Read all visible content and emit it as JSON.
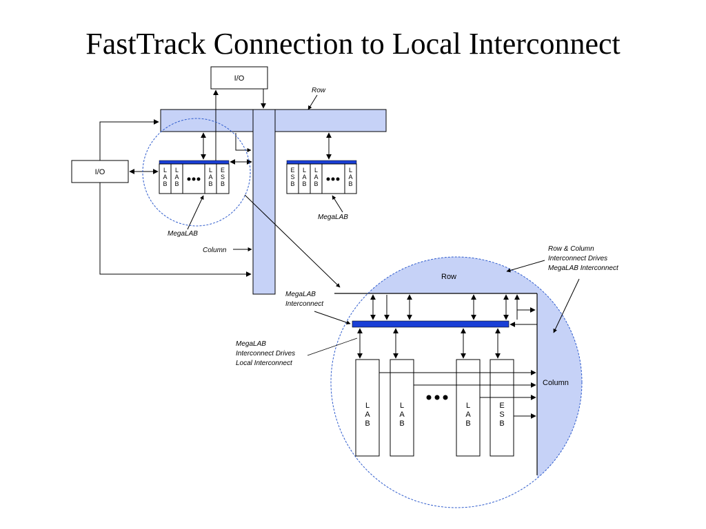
{
  "title": "FastTrack Connection to Local Interconnect",
  "colors": {
    "interconnect_fill": "#c6d2f7",
    "megalab_bar": "#1a3fd6",
    "stroke": "#000000",
    "zoom_circle": "#2e5bcc"
  },
  "top_diagram": {
    "io_top": "I/O",
    "io_left": "I/O",
    "row_label": "Row",
    "column_label": "Column",
    "megalab_left_label": "MegaLAB",
    "megalab_right_label": "MegaLAB",
    "left_cells": [
      "LAB",
      "LAB",
      "•••",
      "LAB",
      "ESB"
    ],
    "right_cells": [
      "ESB",
      "LAB",
      "LAB",
      "•••",
      "LAB"
    ]
  },
  "zoom_diagram": {
    "row_label": "Row",
    "column_label": "Column",
    "megalab_interconnect_label": [
      "MegaLAB",
      "Interconnect"
    ],
    "drives_local_label": [
      "MegaLAB",
      "Interconnect Drives",
      "Local Interconnect"
    ],
    "row_column_drives_label": [
      "Row & Column",
      "Interconnect Drives",
      "MegaLAB Interconnect"
    ],
    "blocks": [
      "LAB",
      "LAB",
      "•••",
      "LAB",
      "ESB"
    ]
  }
}
